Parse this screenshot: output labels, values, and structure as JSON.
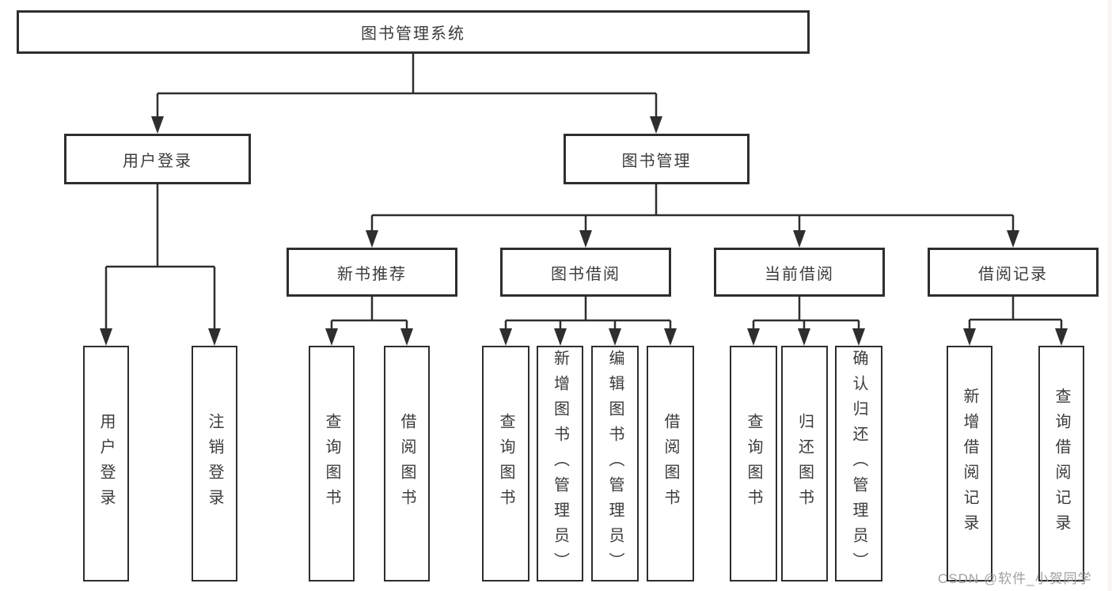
{
  "root": {
    "label": "图书管理系统"
  },
  "level2": [
    {
      "label": "用户登录",
      "leaves": [
        "用户登录",
        "注销登录"
      ]
    },
    {
      "label": "图书管理",
      "sections": [
        {
          "label": "新书推荐",
          "leaves": [
            "查询图书",
            "借阅图书"
          ]
        },
        {
          "label": "图书借阅",
          "leaves": [
            "查询图书",
            "新增图书（管理员）",
            "编辑图书（管理员）",
            "借阅图书"
          ]
        },
        {
          "label": "当前借阅",
          "leaves": [
            "查询图书",
            "归还图书",
            "确认归还（管理员）"
          ]
        },
        {
          "label": "借阅记录",
          "leaves": [
            "新增借阅记录",
            "查询借阅记录"
          ]
        }
      ]
    }
  ],
  "watermark": "CSDN @软件_小贺同学",
  "colors": {
    "line": "#2e2e2e",
    "box_border": "#2e2e2e",
    "text": "#3b3b3b",
    "background": "#ffffff",
    "watermark": "#9b9b9b"
  }
}
